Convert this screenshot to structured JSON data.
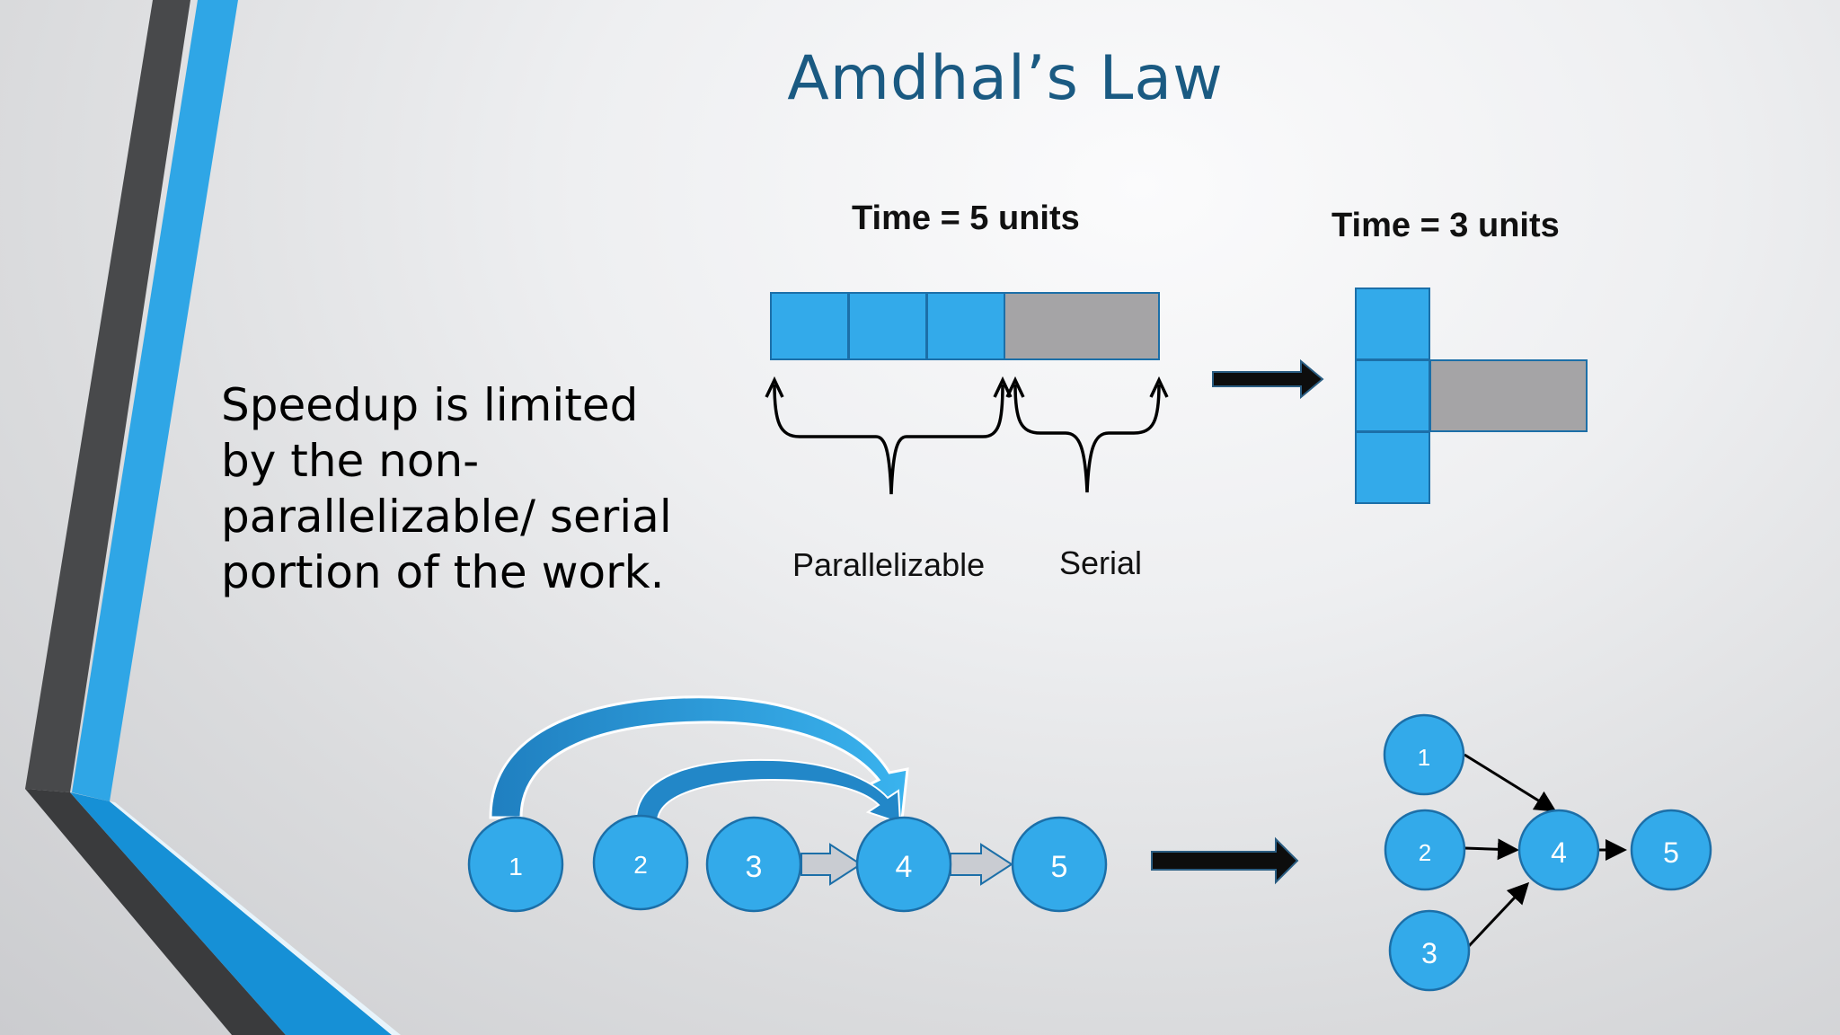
{
  "slide": {
    "title": "Amdhal’s Law",
    "body_lines": [
      "Speedup is limited",
      "by the non-",
      "parallelizable/ serial",
      "portion of the work."
    ]
  },
  "top_diagram": {
    "serial_schedule_label": "Time = 5 units",
    "parallel_schedule_label": "Time = 3 units",
    "parallelizable_label": "Parallelizable",
    "serial_label": "Serial",
    "parallelizable_units": 3,
    "serial_units": 2
  },
  "bottom_left_graph": {
    "nodes": [
      "1",
      "2",
      "3",
      "4",
      "5"
    ]
  },
  "bottom_right_graph": {
    "nodes": [
      "1",
      "2",
      "3",
      "4",
      "5"
    ]
  },
  "colors": {
    "accent_blue": "#33aaea",
    "node_stroke": "#1c6fa8",
    "serial_gray": "#a5a4a6",
    "title_blue": "#1a5a82",
    "stripe_dark": "#48494b",
    "stripe_blue": "#2fa6e6"
  }
}
